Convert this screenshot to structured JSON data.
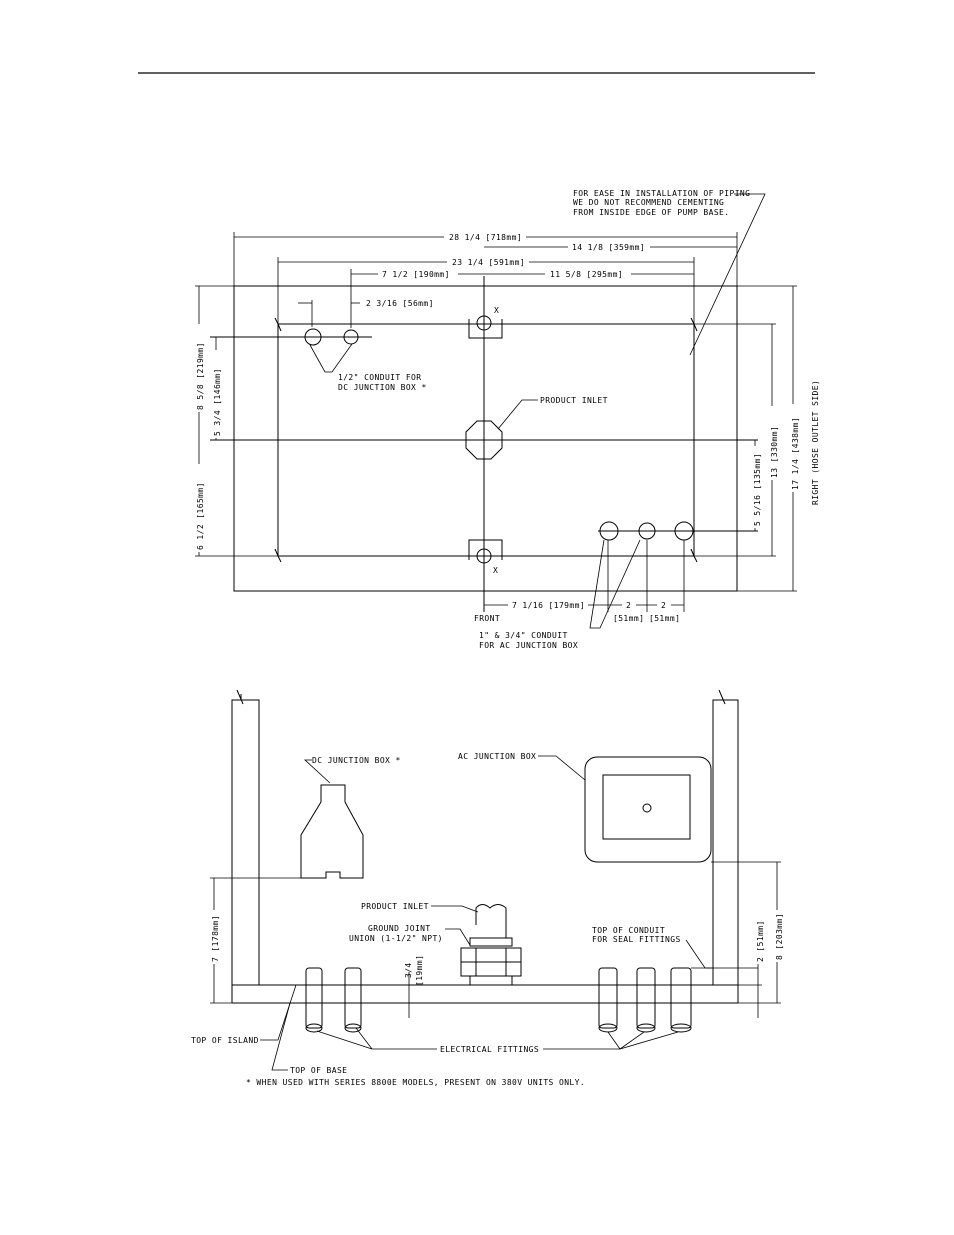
{
  "top_view": {
    "note": [
      "FOR EASE IN INSTALLATION OF PIPING",
      "WE DO NOT RECOMMEND CEMENTING",
      "FROM INSIDE EDGE OF PUMP BASE."
    ],
    "dim_overall_width": "28 1/4 [718mm]",
    "dim_14_1_8": "14 1/8 [359mm]",
    "dim_23_1_4": "23 1/4 [591mm]",
    "dim_7_1_2": "7 1/2 [190mm]",
    "dim_11_5_8": "11 5/8 [295mm]",
    "dim_2_3_16": "2 3/16 [56mm]",
    "dc_conduit_label": [
      "1/2\" CONDUIT FOR",
      "DC JUNCTION BOX *"
    ],
    "product_inlet_label": "PRODUCT INLET",
    "x_mark": "X",
    "dim_8_5_8": "8 5/8 [219mm]",
    "dim_5_3_4": "5 3/4 [146mm]",
    "dim_6_1_2": "6 1/2 [165mm]",
    "dim_13": "13 [330mm]",
    "dim_17_1_4": "17 1/4 [438mm]",
    "dim_5_5_16": "5 5/16 [135mm]",
    "right_side_label": "RIGHT (HOSE OUTLET SIDE)",
    "dim_7_1_16": "7 1/16 [179mm]",
    "dim_2": "2",
    "dim_51mm": "[51mm]",
    "front_label": "FRONT",
    "ac_conduit_label": [
      "1\" & 3/4\" CONDUIT",
      "FOR AC JUNCTION BOX"
    ]
  },
  "side_view": {
    "dc_box_label": "DC JUNCTION BOX *",
    "ac_box_label": "AC JUNCTION BOX",
    "product_inlet_label": "PRODUCT INLET",
    "ground_joint_label": [
      "GROUND JOINT",
      "UNION (1-1/2\" NPT)"
    ],
    "top_conduit_label": [
      "TOP OF CONDUIT",
      "FOR SEAL FITTINGS"
    ],
    "dim_7": "7 [178mm]",
    "dim_3_4": "3/4",
    "dim_19mm": "[19mm]",
    "dim_2": "2 [51mm]",
    "dim_8": "8 [203mm]",
    "top_of_island": "TOP OF ISLAND",
    "top_of_base": "TOP OF BASE",
    "electrical_fittings": "ELECTRICAL FITTINGS",
    "footnote": "* WHEN USED WITH SERIES 8800E MODELS, PRESENT ON 380V UNITS ONLY."
  }
}
